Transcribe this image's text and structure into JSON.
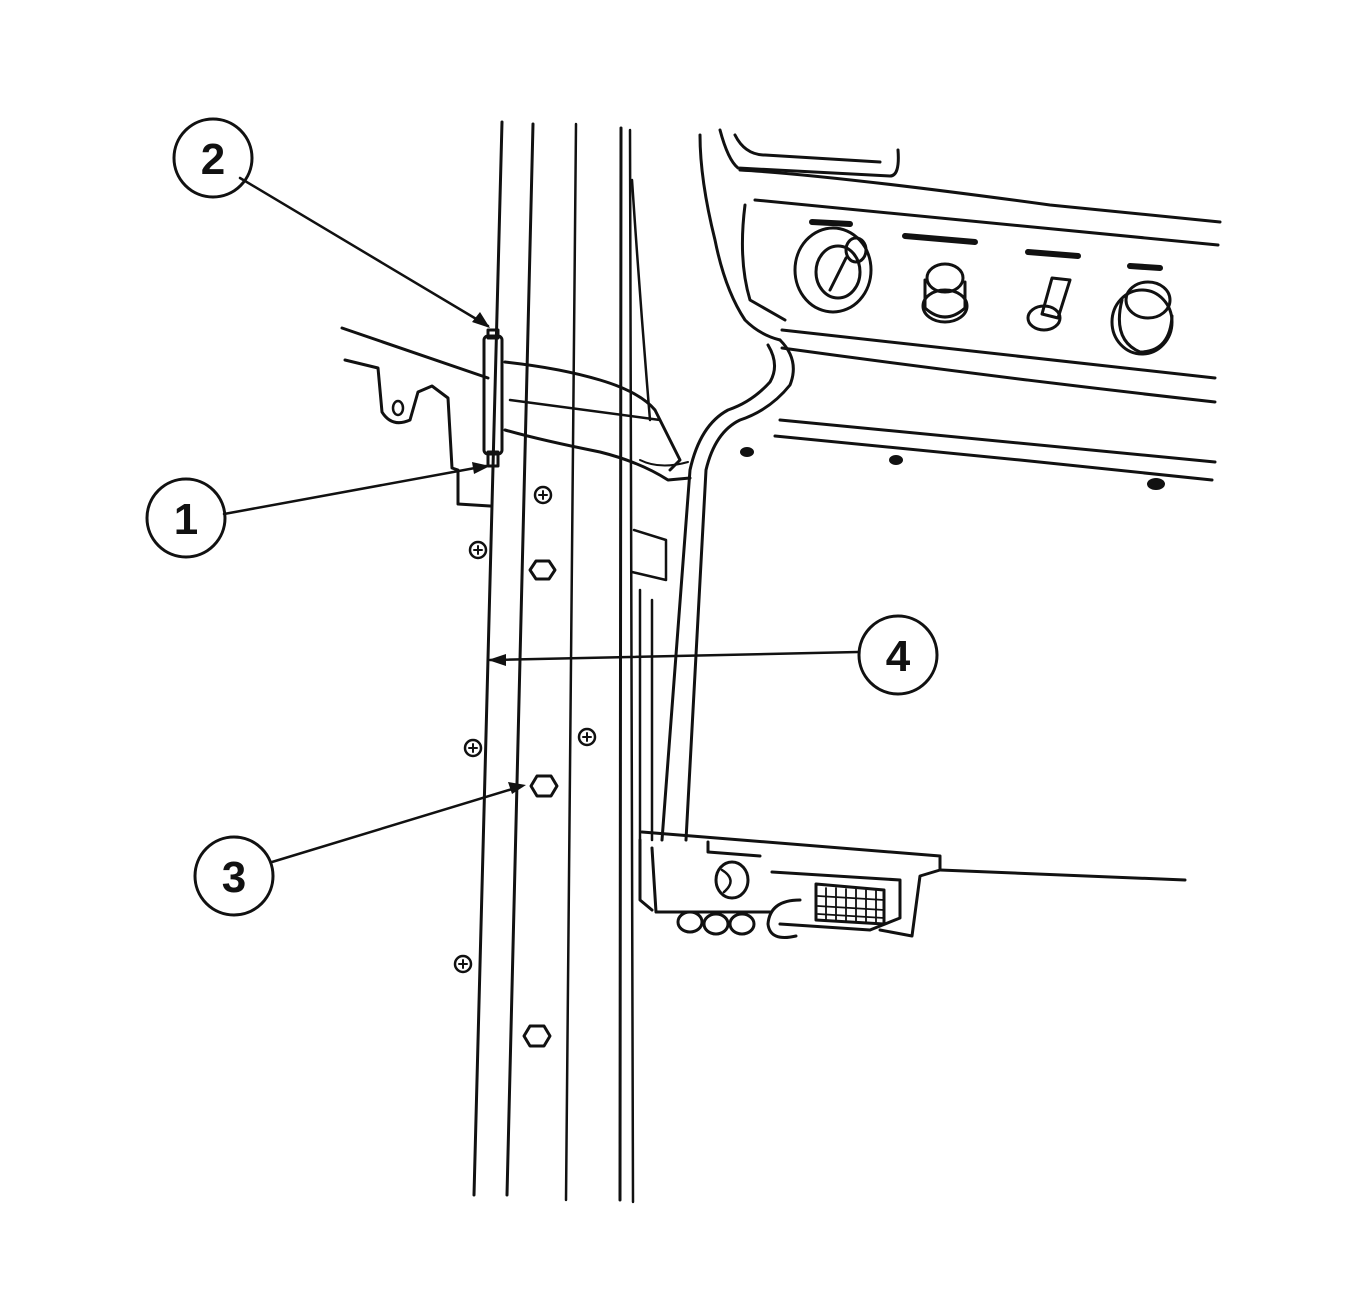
{
  "colors": {
    "ink": "#111111",
    "paper": "#ffffff"
  },
  "callouts": [
    {
      "id": "1",
      "label": "1"
    },
    {
      "id": "2",
      "label": "2"
    },
    {
      "id": "3",
      "label": "3"
    },
    {
      "id": "4",
      "label": "4"
    }
  ]
}
